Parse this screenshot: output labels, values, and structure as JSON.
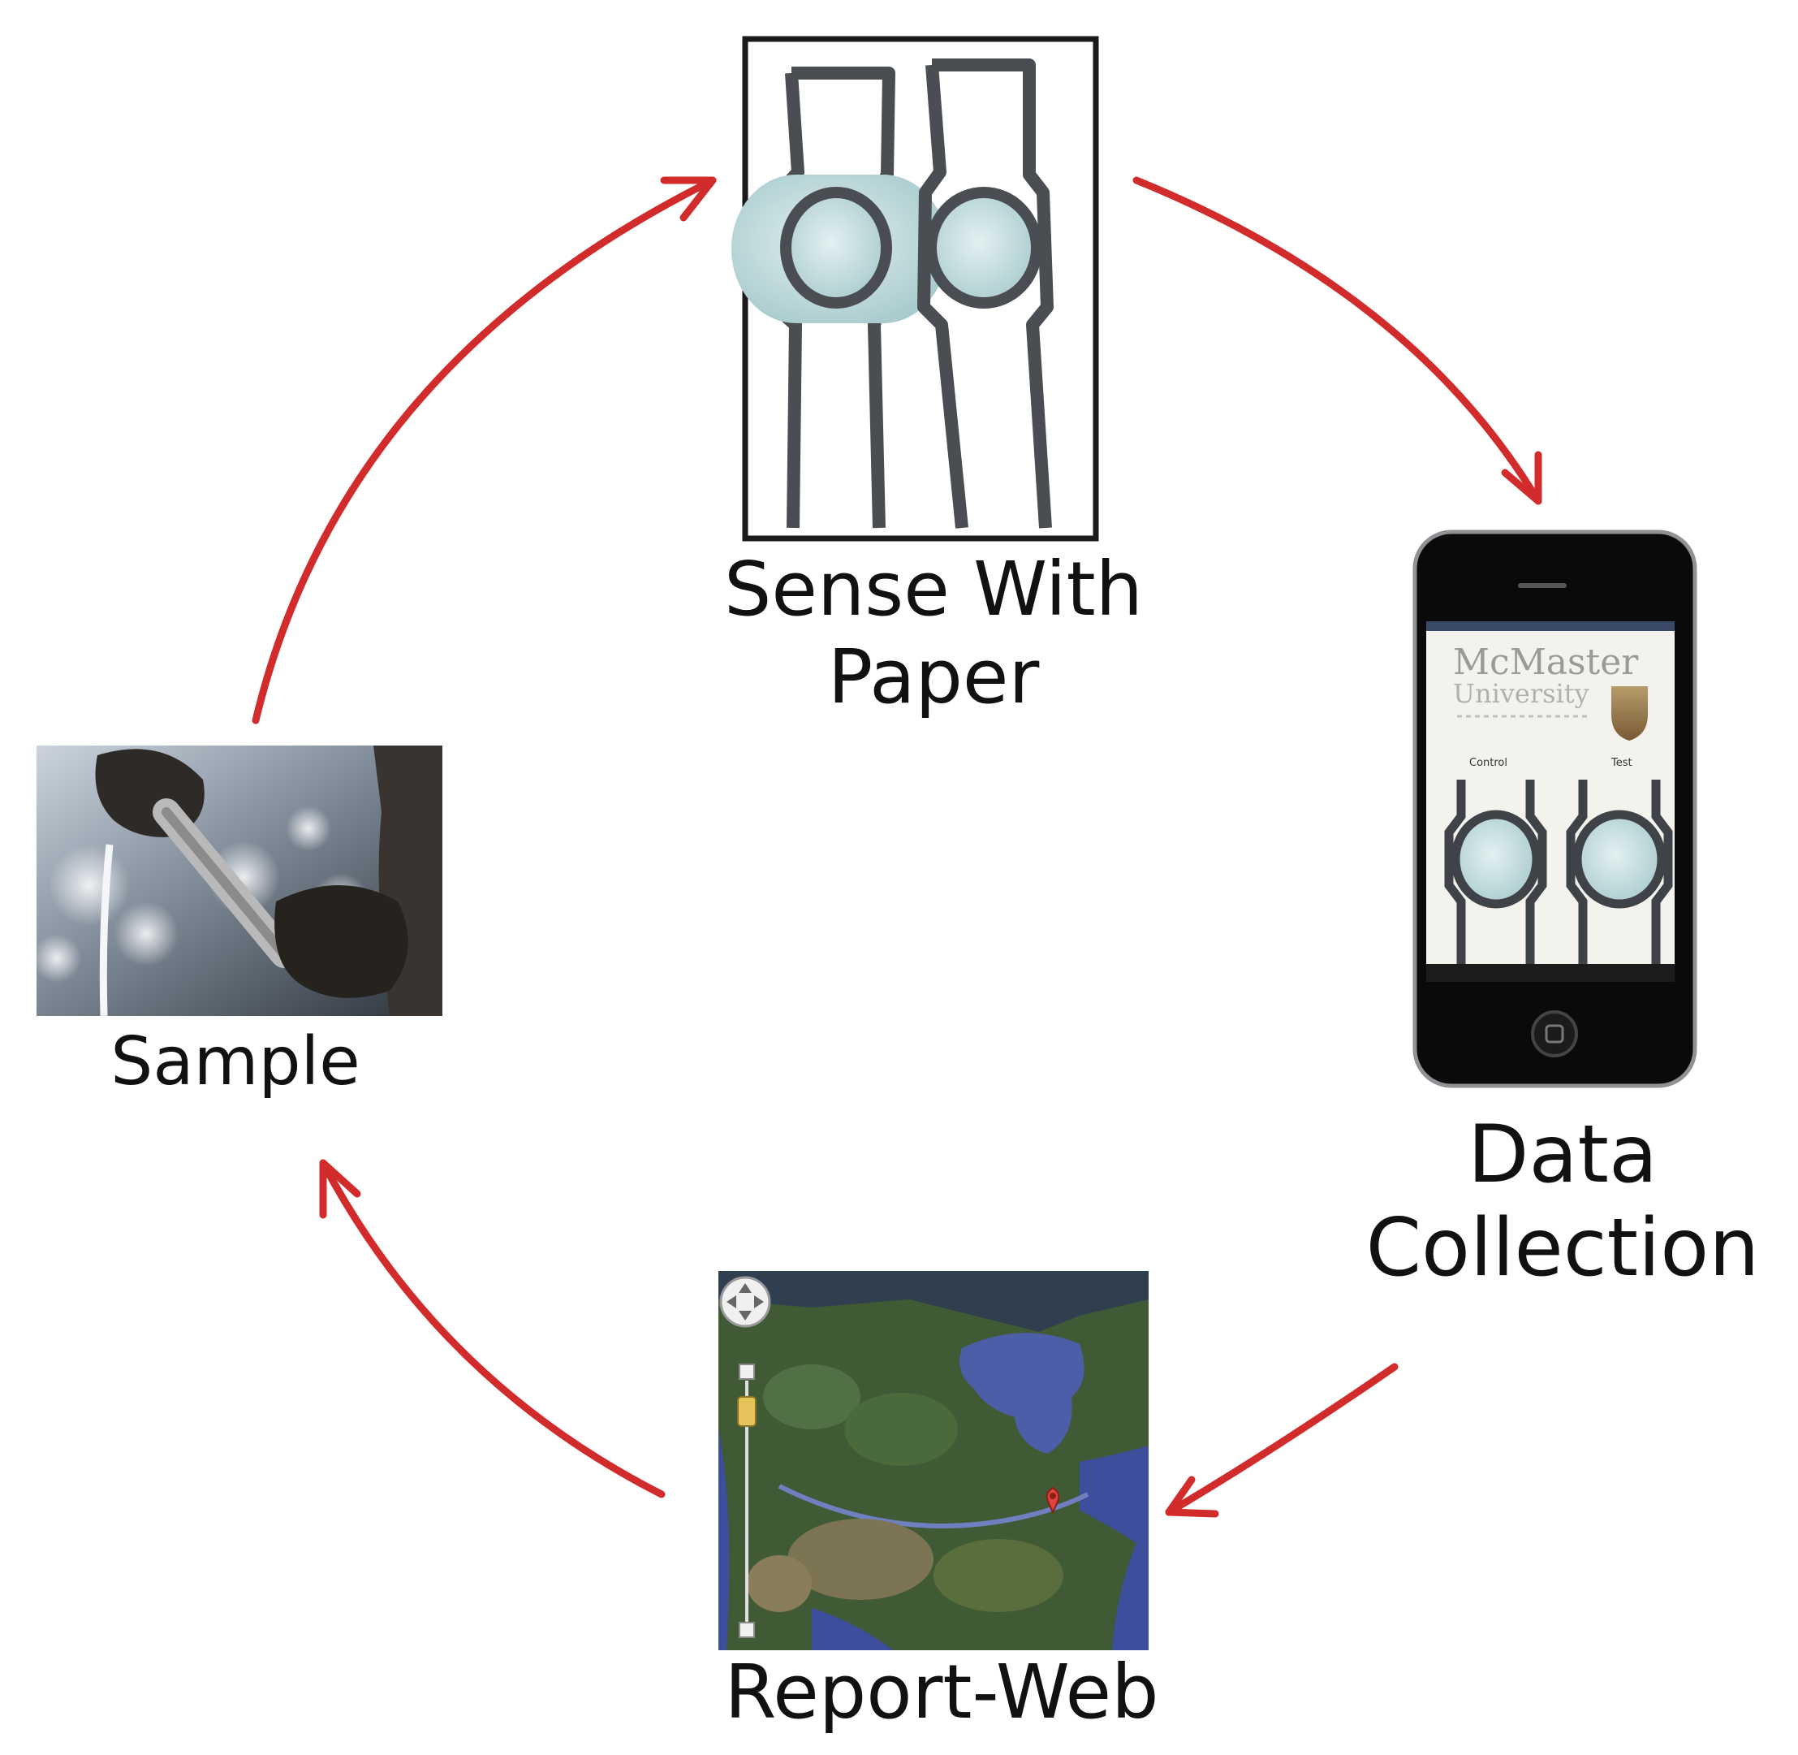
{
  "diagram": {
    "type": "cycle",
    "arrow_color": "#d12b2b",
    "nodes": {
      "sense": {
        "label_line1": "Sense With",
        "label_line2": "Paper",
        "image": "paper-sensor-strips"
      },
      "data": {
        "label_line1": "Data",
        "label_line2": "Collection",
        "image": "smartphone"
      },
      "report": {
        "label": "Report-Web",
        "image": "satellite-map"
      },
      "sample": {
        "label": "Sample",
        "image": "water-sampling-photo"
      }
    },
    "phone_screen": {
      "title_line1": "McMaster",
      "title_line2": "University",
      "strip_left_label": "Control",
      "strip_right_label": "Test"
    },
    "edges": [
      {
        "from": "sample",
        "to": "sense"
      },
      {
        "from": "sense",
        "to": "data"
      },
      {
        "from": "data",
        "to": "report"
      },
      {
        "from": "report",
        "to": "sample"
      }
    ]
  }
}
